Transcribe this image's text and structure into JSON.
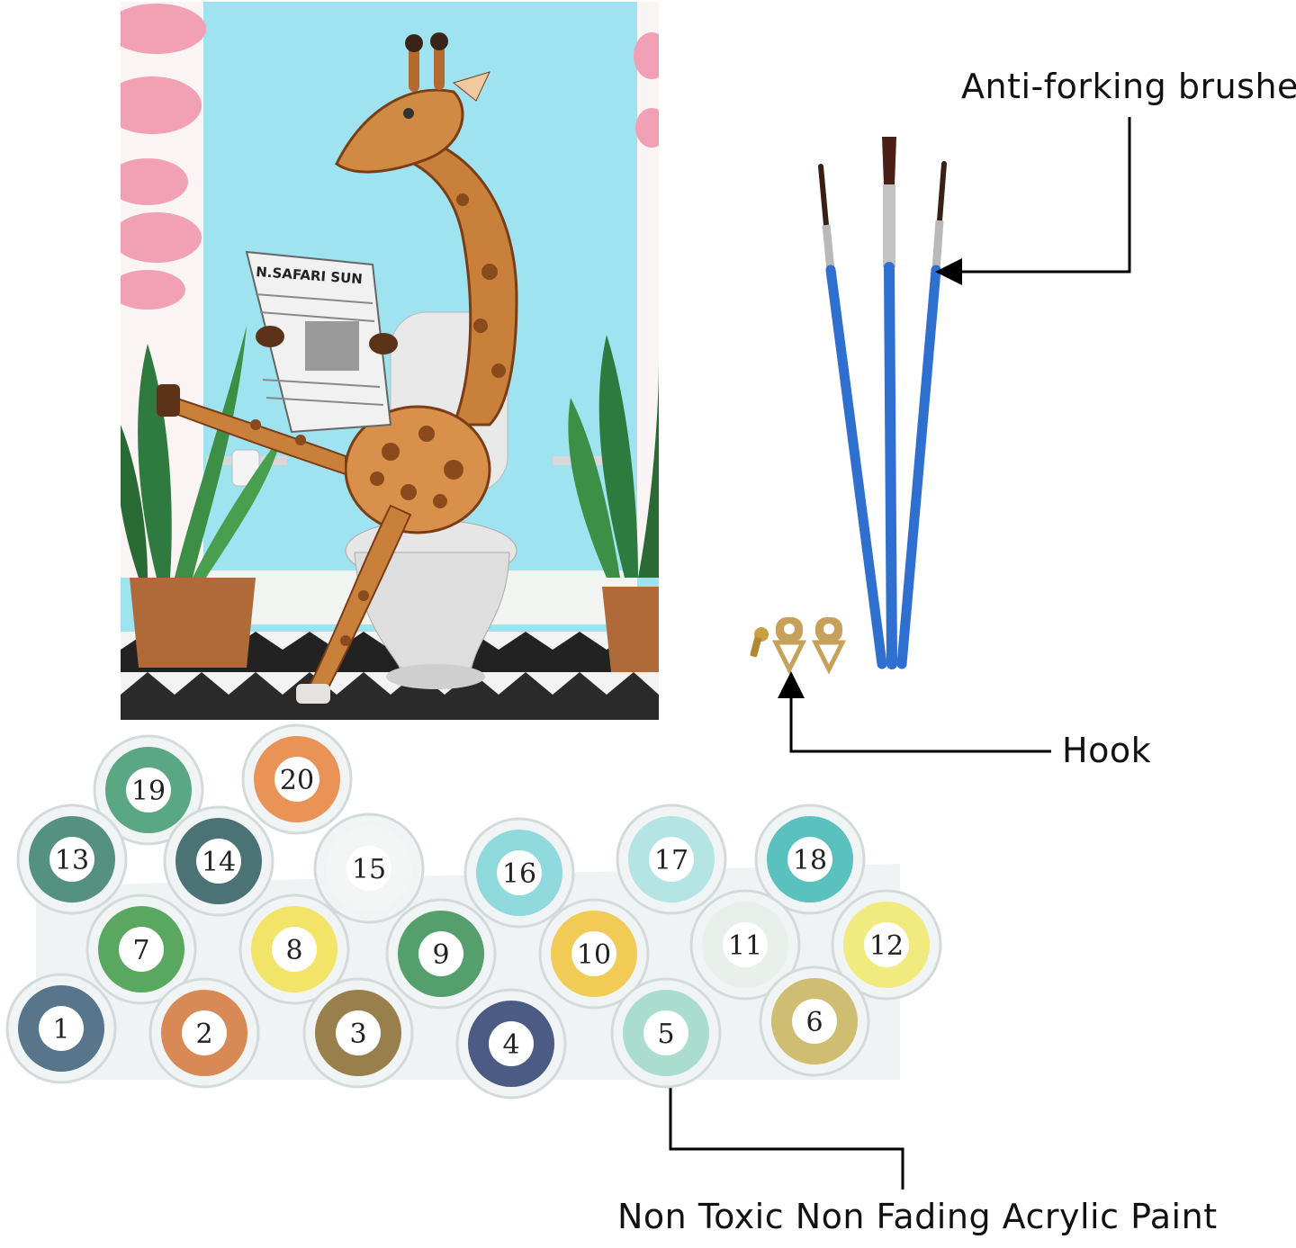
{
  "callouts": {
    "brushes": "Anti-forking brushes",
    "hook": "Hook",
    "paint": "Non Toxic Non Fading Acrylic Paint"
  },
  "painting": {
    "newspaper_masthead": "N.SAFARI SUN"
  },
  "paint_pots": [
    {
      "number": "19",
      "color": "#3f9a6e"
    },
    {
      "number": "20",
      "color": "#e8833a"
    },
    {
      "number": "13",
      "color": "#3a7f6b"
    },
    {
      "number": "14",
      "color": "#2e5c5f"
    },
    {
      "number": "15",
      "color": "#f4f6f4"
    },
    {
      "number": "16",
      "color": "#7fd3d8"
    },
    {
      "number": "17",
      "color": "#a9e0e0"
    },
    {
      "number": "18",
      "color": "#3fb7b4"
    },
    {
      "number": "7",
      "color": "#3f9a45"
    },
    {
      "number": "8",
      "color": "#f2e050"
    },
    {
      "number": "9",
      "color": "#3a8f55"
    },
    {
      "number": "10",
      "color": "#f2c23a"
    },
    {
      "number": "11",
      "color": "#e8eeea"
    },
    {
      "number": "12",
      "color": "#f1e86a"
    },
    {
      "number": "1",
      "color": "#3d5e78"
    },
    {
      "number": "2",
      "color": "#d5763a"
    },
    {
      "number": "3",
      "color": "#8a6a2e"
    },
    {
      "number": "4",
      "color": "#2e3f6e"
    },
    {
      "number": "5",
      "color": "#9fd8c8"
    },
    {
      "number": "6",
      "color": "#c9b45a"
    }
  ]
}
